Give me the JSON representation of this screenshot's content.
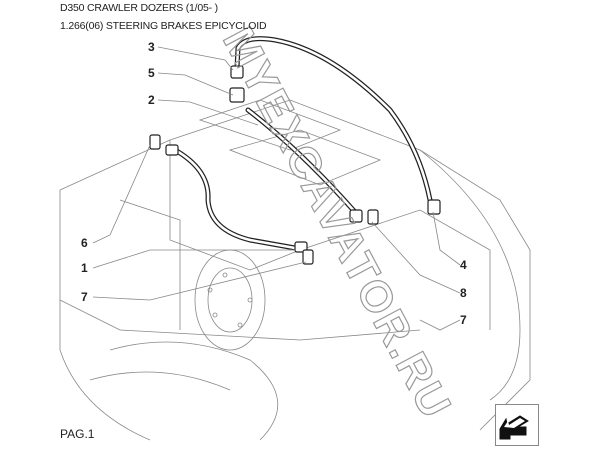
{
  "header": {
    "model": "D350 CRAWLER DOZERS (1/05- )",
    "section": "1.266(06) STEERING BRAKES EPICYCLOID"
  },
  "callouts": [
    {
      "label": "3"
    },
    {
      "label": "5"
    },
    {
      "label": "2"
    },
    {
      "label": "6"
    },
    {
      "label": "1"
    },
    {
      "label": "7"
    },
    {
      "label": "4"
    },
    {
      "label": "8"
    },
    {
      "label": "7"
    }
  ],
  "footer": {
    "page": "PAG.1"
  },
  "watermark": "MYEXCAVATOR.RU",
  "nav": {
    "icon": "arrow-next-page-icon"
  }
}
